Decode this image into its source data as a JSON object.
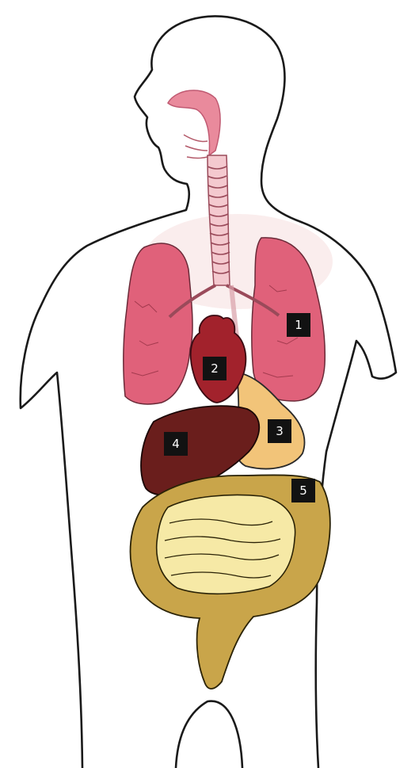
{
  "labels": {
    "lungs": "1",
    "heart": "2",
    "stomach": "3",
    "liver": "4",
    "intestines": "5"
  },
  "colors": {
    "outline": "#1a1a1a",
    "skin_tint": "#f6dede",
    "lung": "#e0617a",
    "heart": "#a2222c",
    "liver": "#6a1e1c",
    "stomach": "#f2c479",
    "large_intestine": "#c9a54a",
    "small_intestine": "#f6e9a6",
    "label_bg": "#121212",
    "label_text": "#ffffff"
  }
}
